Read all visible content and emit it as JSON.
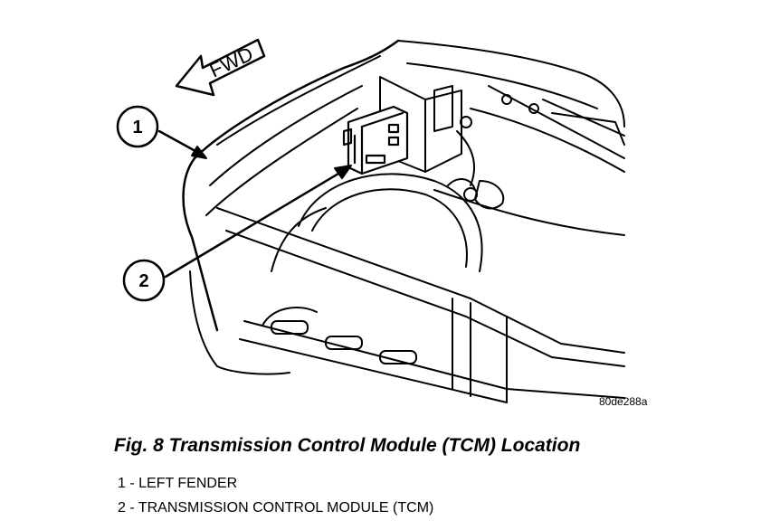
{
  "diagram": {
    "direction_label": "FWD",
    "image_id": "80de288a",
    "callouts": [
      {
        "number": "1",
        "label": "LEFT FENDER"
      },
      {
        "number": "2",
        "label": "TRANSMISSION CONTROL MODULE (TCM)"
      }
    ]
  },
  "caption": "Fig. 8 Transmission Control Module (TCM) Location",
  "legend": [
    "1 - LEFT FENDER",
    "2 - TRANSMISSION CONTROL MODULE (TCM)"
  ]
}
